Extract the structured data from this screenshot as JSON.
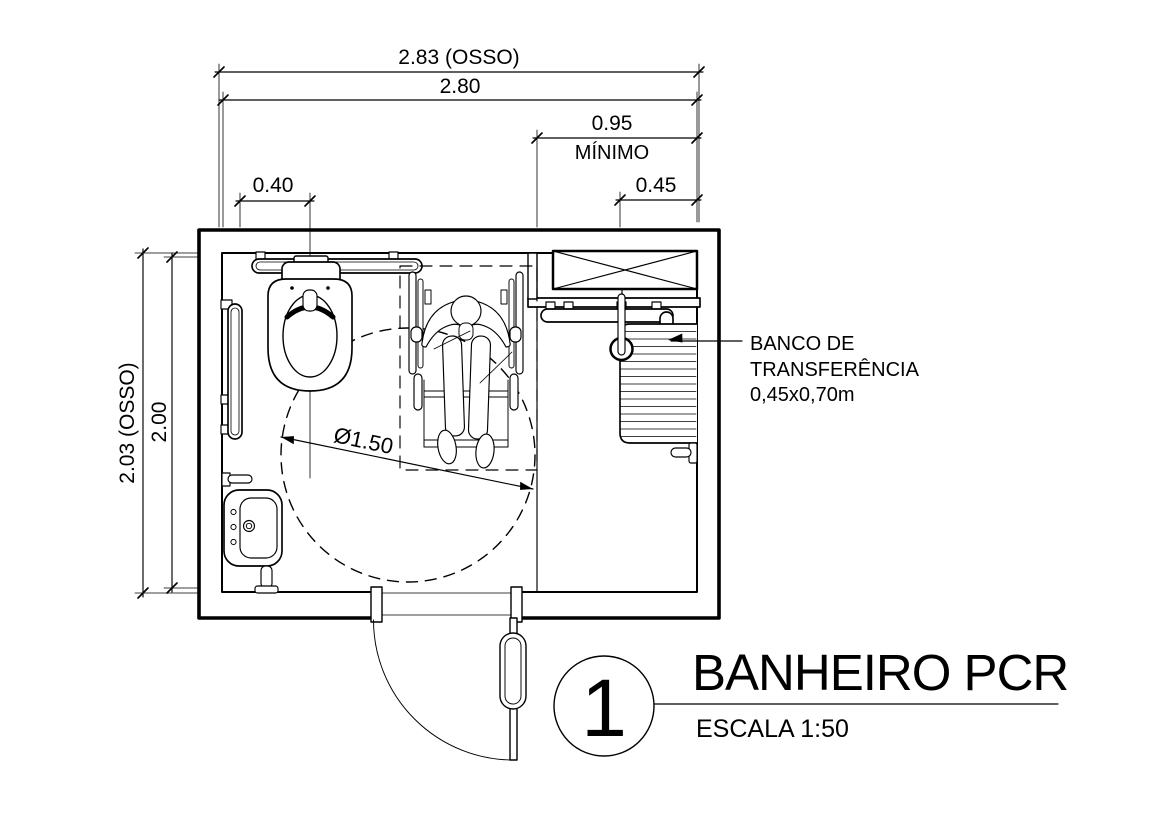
{
  "drawing": {
    "colors": {
      "line": "#000000",
      "background": "#ffffff"
    },
    "dimensions": {
      "top_osso": "2.83 (OSSO)",
      "top_finished": "2.80",
      "shower_min_value": "0.95",
      "shower_min_word": "MÍNIMO",
      "bench_width": "0.45",
      "toilet_axis_offset": "0.40",
      "left_osso": "2.03 (OSSO)",
      "left_finished": "2.00",
      "turning_circle_diameter": "Ø1.50"
    },
    "labels": {
      "bench_line1": "BANCO DE",
      "bench_line2": "TRANSFERÊNCIA",
      "bench_line3": "0,45x0,70m"
    },
    "title_block": {
      "number": "1",
      "title": "BANHEIRO PCR",
      "scale": "ESCALA 1:50"
    }
  }
}
